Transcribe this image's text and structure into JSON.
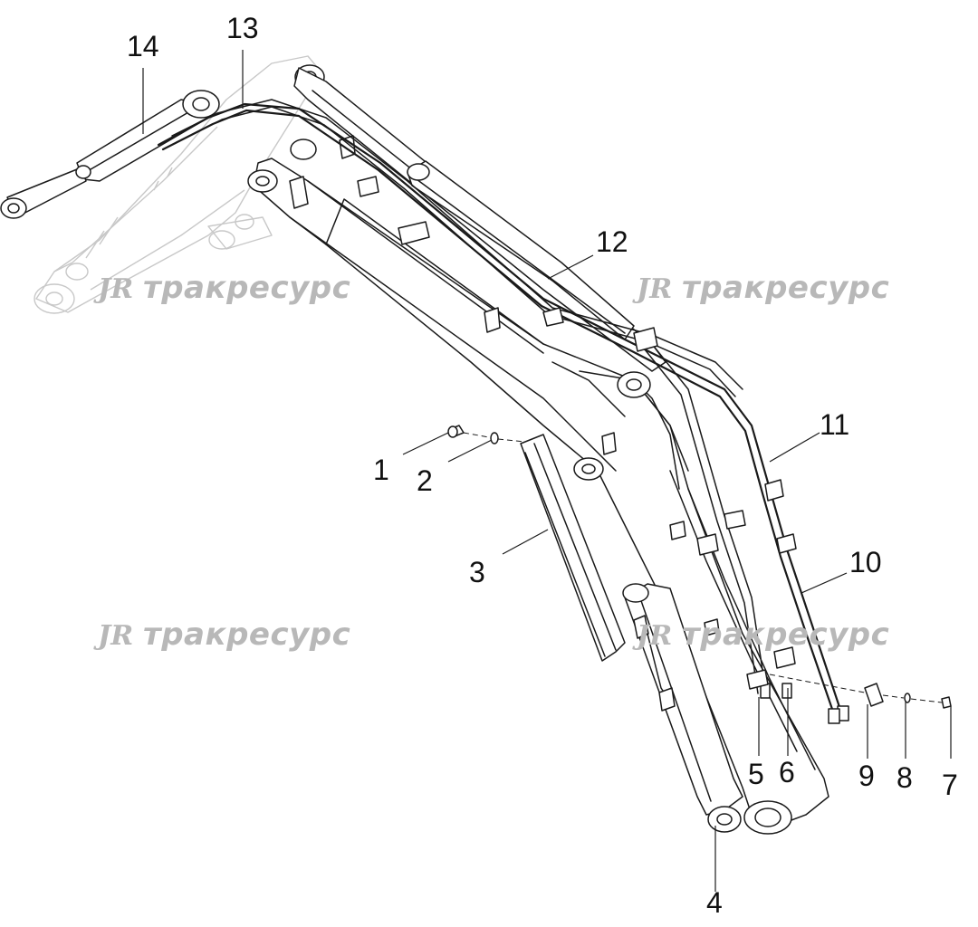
{
  "diagram": {
    "callouts": [
      "1",
      "2",
      "3",
      "4",
      "5",
      "6",
      "7",
      "8",
      "9",
      "10",
      "11",
      "12",
      "13",
      "14"
    ],
    "watermark": {
      "logo": "JR",
      "text": "тракресурс"
    }
  }
}
